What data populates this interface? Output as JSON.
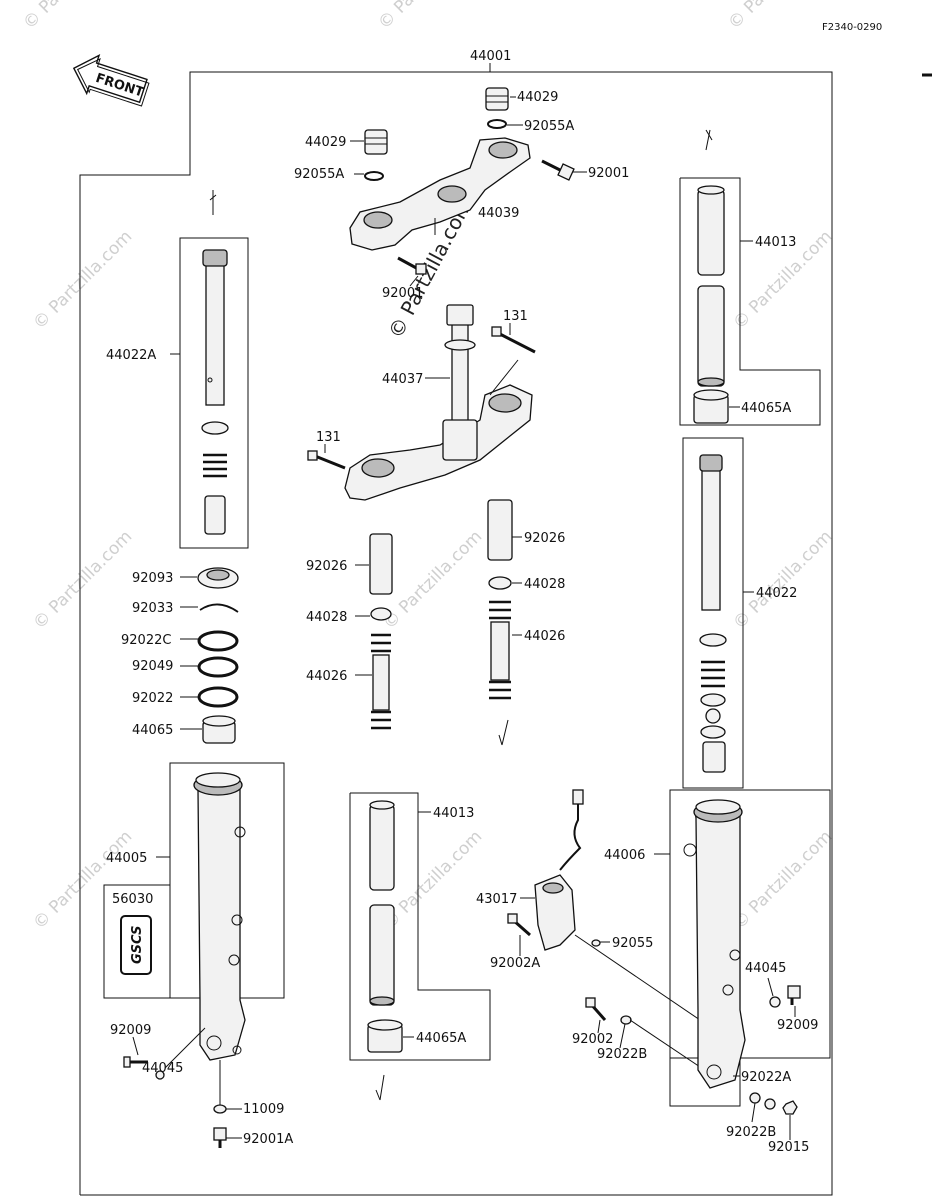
{
  "diagram_code": "F2340-0290",
  "front_arrow_label": "FRONT",
  "watermark": "© Partzilla.com",
  "labels": {
    "p44001": "44001",
    "p44029_top": "44029",
    "p92055A_top": "92055A",
    "p44029_left": "44029",
    "p92055A_left": "92055A",
    "p92001": "92001",
    "p44039": "44039",
    "p92001_bolt": "92001",
    "p131_a": "131",
    "p44037": "44037",
    "p131_b": "131",
    "p44013_right": "44013",
    "p44065A_right": "44065A",
    "p44022A": "44022A",
    "p44022": "44022",
    "p92093": "92093",
    "p92033": "92033",
    "p92022C": "92022C",
    "p92049": "92049",
    "p92022": "92022",
    "p44065": "44065",
    "p92026_left": "92026",
    "p44028_left": "44028",
    "p44026_left": "44026",
    "p92026_right": "92026",
    "p44028_right": "44028",
    "p44026_right": "44026",
    "p44005": "44005",
    "p56030": "56030",
    "decal_text": "GSCS",
    "p92009_left": "92009",
    "p44045_left": "44045",
    "p11009": "11009",
    "p92001A": "92001A",
    "p44013_center": "44013",
    "p44065A_center": "44065A",
    "p43017": "43017",
    "p92055": "92055",
    "p92002A": "92002A",
    "p92002": "92002",
    "p92022B_a": "92022B",
    "p44006": "44006",
    "p44045_right": "44045",
    "p92009_right": "92009",
    "p92022A": "92022A",
    "p92022B_b": "92022B",
    "p92015": "92015"
  }
}
